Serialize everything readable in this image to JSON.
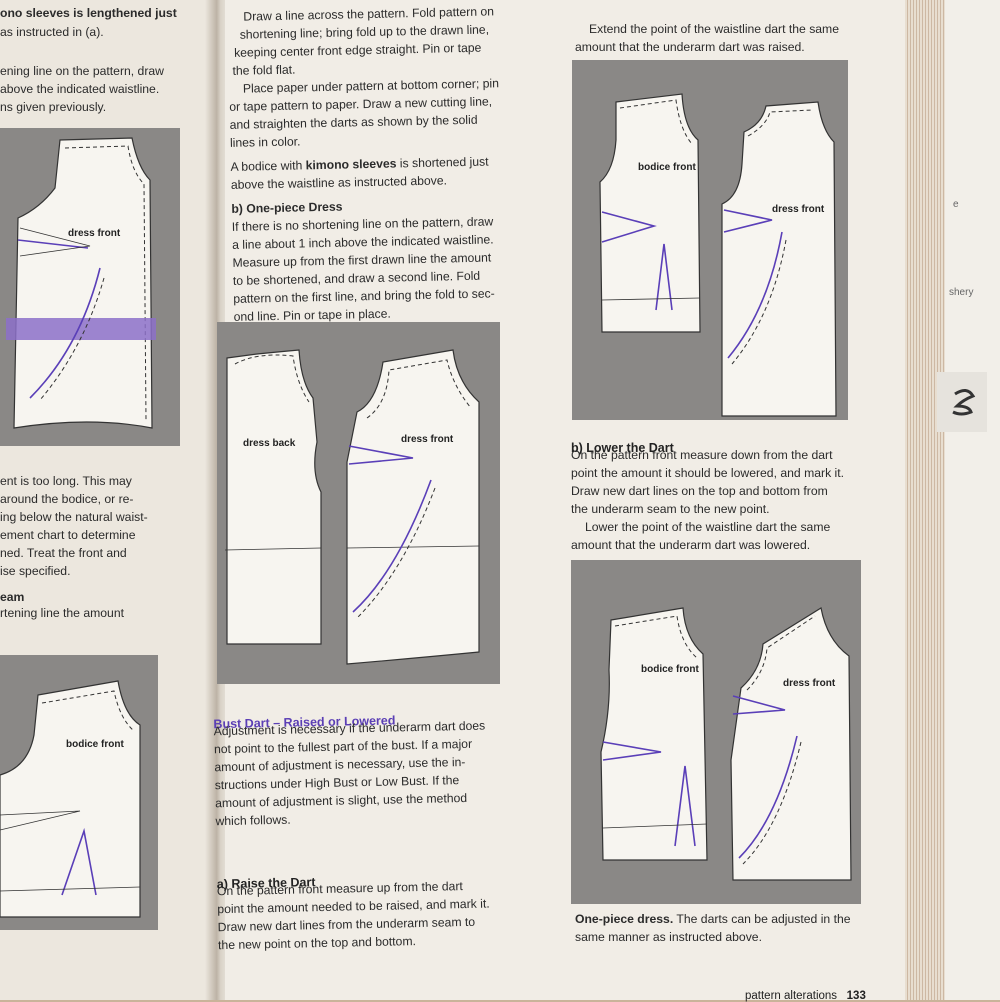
{
  "left_page": {
    "lines": [
      "ono sleeves is lengthened just",
      "as instructed in (a).",
      "ening line on the pattern, draw",
      "above the indicated waistline.",
      "ns given previously.",
      "ent is too long. This may",
      "around the bodice, or re-",
      "ing below the natural waist-",
      "ement chart to determine",
      "ned. Treat the front and",
      "ise specified.",
      "eam",
      "rtening line the amount"
    ],
    "fig1_label": "dress front",
    "fig2_label": "bodice front"
  },
  "middle": {
    "para1": [
      "Draw a line across the pattern. Fold pattern on",
      "shortening line; bring fold up to the drawn line,",
      "keeping center front edge straight. Pin or tape",
      "the fold flat.",
      "Place paper under pattern at bottom corner; pin",
      "or tape pattern to paper. Draw a new cutting line,",
      "and straighten the darts as shown by the solid",
      "lines in color."
    ],
    "kimono_prefix": "A bodice with ",
    "kimono_bold": "kimono sleeves",
    "kimono_suffix": " is shortened just",
    "kimono_line2": "above the waistline as instructed above.",
    "onepiece_heading": "b) One-piece Dress",
    "para2": [
      "If there is no shortening line on the pattern, draw",
      "a line about 1 inch above the indicated waistline.",
      "Measure up from the first drawn line the amount",
      "to be shortened, and draw a second line. Fold",
      "pattern on the first line, and bring the fold to sec-",
      "ond line. Pin or tape in place."
    ],
    "fig_back_label": "dress back",
    "fig_front_label": "dress front",
    "bust_heading": "Bust Dart – Raised or Lowered",
    "bust_para": [
      "Adjustment is necessary if the underarm dart does",
      "not point to the fullest part of the bust. If a major",
      "amount of adjustment is necessary, use the in-",
      "structions under High Bust or Low Bust. If the",
      "amount of adjustment is slight, use the method",
      "which follows."
    ],
    "raise_heading": "a) Raise the Dart",
    "raise_para": [
      "On the pattern front measure up from the dart",
      "point the amount needed to be raised, and mark it.",
      "Draw new dart lines from the underarm seam to",
      "the new point on the top and bottom."
    ]
  },
  "right": {
    "extend_para": [
      "Extend the point of the waistline dart the same",
      "amount that the underarm dart was raised."
    ],
    "fig_top_left": "bodice front",
    "fig_top_right": "dress front",
    "lower_heading": "b)  Lower the Dart",
    "lower_para": [
      "On the pattern front measure down from the dart",
      "point the amount it should be lowered, and mark it.",
      "Draw new dart lines on the top and bottom from",
      "the underarm seam to the new point.",
      "Lower the point of the waistline dart the same",
      "amount that the underarm dart was lowered."
    ],
    "fig_bottom_left": "bodice front",
    "fig_bottom_right": "dress front",
    "caption_bold": "One-piece dress.",
    "caption_rest": " The darts can be adjusted in the",
    "caption_line2": "same manner as instructed above."
  },
  "footer": {
    "section": "pattern alterations",
    "page_number": "133"
  },
  "side_fragments": [
    "e",
    "shery"
  ]
}
